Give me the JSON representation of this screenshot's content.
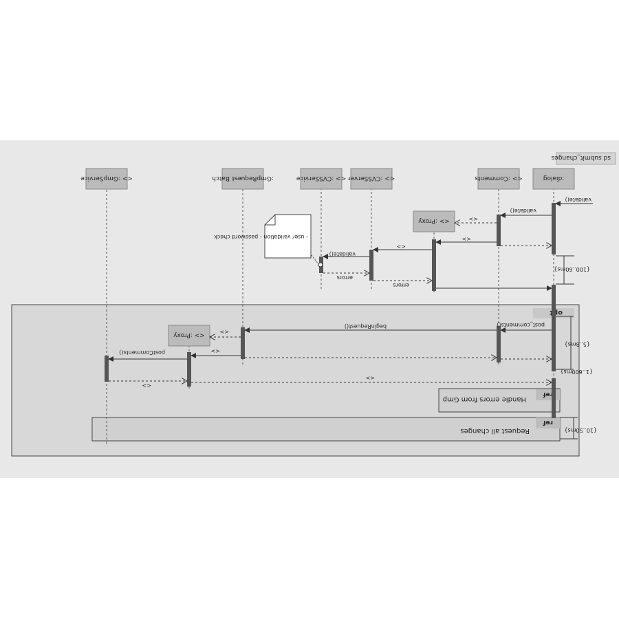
{
  "diagram": {
    "title": "sd submit_changes",
    "lifelines": [
      {
        "id": "dialog",
        "label": ":dialog"
      },
      {
        "id": "comments",
        "label": "<> :Comments"
      },
      {
        "id": "cvsserver",
        "label": "<> :CVSServer"
      },
      {
        "id": "cvsservice",
        "label": "<> :CVSService"
      },
      {
        "id": "gmpbatch",
        "label": ":GmpRequest Batch"
      },
      {
        "id": "gmpservice",
        "label": "<> :GmpService"
      }
    ],
    "proxies": [
      {
        "label": "<> :Proxy"
      },
      {
        "label": "<> :Proxy"
      }
    ],
    "messages": {
      "validate_in": "validate()",
      "validate_call": "validate()",
      "proxy_reply": "<>",
      "comments_to_proxy": "<>",
      "proxy_to_cvs": "<>",
      "cvs_validate": "validate()",
      "errors_reply": "errors",
      "errors_reply2": "errors",
      "post_comments": "post_comments()",
      "begin_request": "beginRequest()",
      "batch_to_proxy": "<>",
      "proxy_reply_batch": "<>",
      "post_comments2": "postComments()",
      "gmp_reply": "<>",
      "gmp_reply_final": "<>"
    },
    "note": "- user validation - password check",
    "opt_label": "opt",
    "ref1": {
      "tag": "ref",
      "text": "Handle errors from Gmp"
    },
    "ref2": {
      "tag": "ref",
      "text": "Request all changes"
    },
    "durations": [
      "{100..60ms}",
      "{5..8ms}",
      "{1..600ms}",
      "{10..50ms}"
    ]
  }
}
